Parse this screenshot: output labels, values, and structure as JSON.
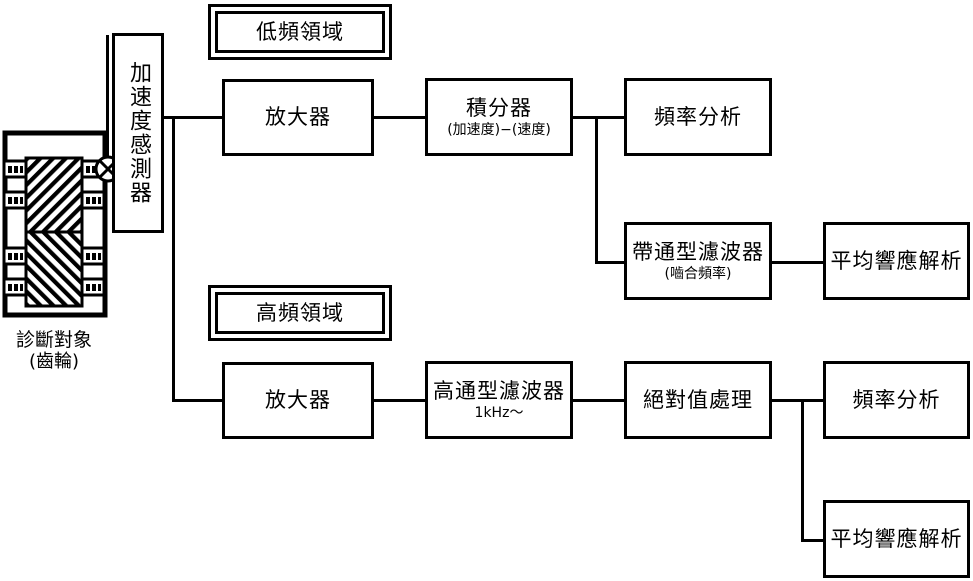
{
  "diagram": {
    "title_caption": {
      "line1": "診斷對象",
      "line2": "(齒輪)"
    },
    "sensor": {
      "label": "加速度感測器",
      "symbol": "accelerometer-cross-circle"
    },
    "low_freq_branch": {
      "header": "低頻領域",
      "blocks": [
        {
          "name": "amplifier",
          "main": "放大器",
          "sub": ""
        },
        {
          "name": "integrator",
          "main": "積分器",
          "sub": "(加速度)−(速度)"
        },
        {
          "name": "frequency-analysis",
          "main": "頻率分析",
          "sub": ""
        },
        {
          "name": "bandpass-filter",
          "main": "帶通型濾波器",
          "sub": "(嚙合頻率)"
        },
        {
          "name": "average-response-analysis",
          "main": "平均響應解析",
          "sub": ""
        }
      ]
    },
    "high_freq_branch": {
      "header": "高頻領域",
      "blocks": [
        {
          "name": "amplifier",
          "main": "放大器",
          "sub": ""
        },
        {
          "name": "highpass-filter",
          "main": "高通型濾波器",
          "sub": "1kHz～"
        },
        {
          "name": "absolute-value-processing",
          "main": "絕對值處理",
          "sub": ""
        },
        {
          "name": "frequency-analysis",
          "main": "頻率分析",
          "sub": ""
        },
        {
          "name": "average-response-analysis",
          "main": "平均響應解析",
          "sub": ""
        }
      ]
    },
    "colors": {
      "line": "#000000",
      "background": "#ffffff"
    }
  }
}
